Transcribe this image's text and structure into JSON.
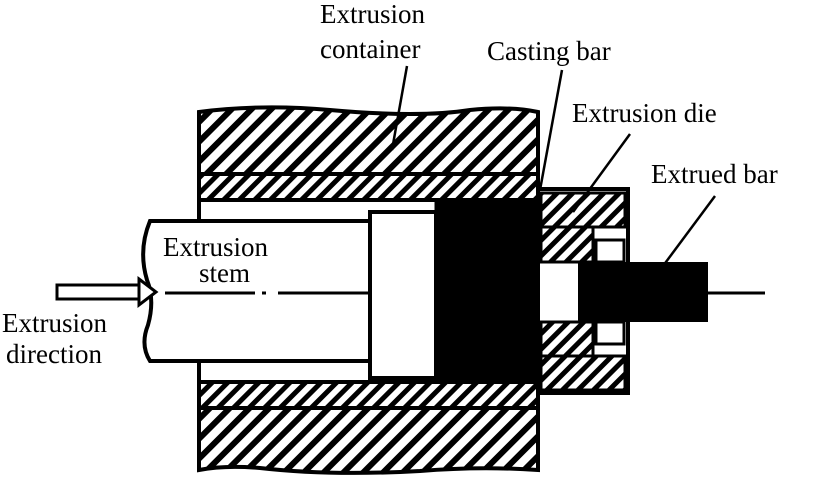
{
  "labels": {
    "container_line1": "Extrusion",
    "container_line2": "container",
    "casting_bar": "Casting bar",
    "die": "Extrusion die",
    "extruded_bar": "Extrued bar",
    "stem_line1": "Extrusion",
    "stem_line2": "stem",
    "direction_line1": "Extrusion",
    "direction_line2": "direction"
  },
  "colors": {
    "ink": "#000000",
    "paper": "#ffffff"
  }
}
